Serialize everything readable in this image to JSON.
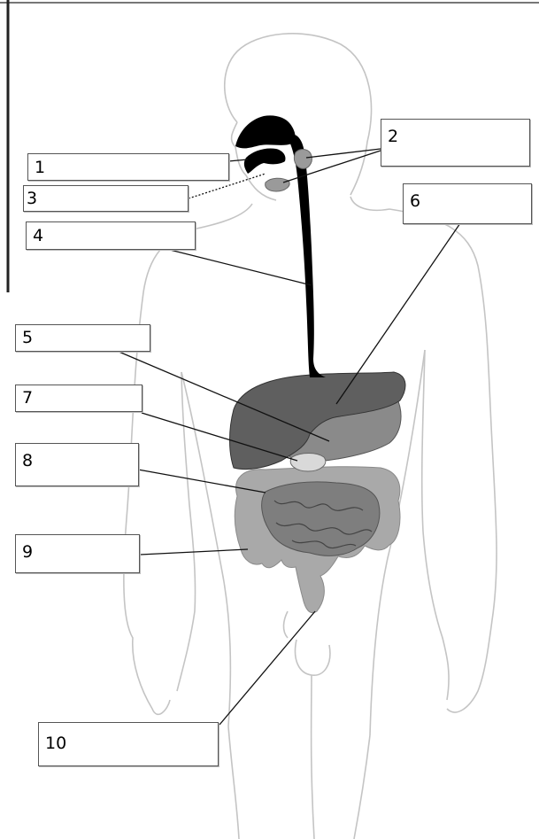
{
  "diagram": {
    "title": "",
    "labels": [
      {
        "id": "1",
        "text": "1",
        "target": "tongue"
      },
      {
        "id": "2",
        "text": "2",
        "target": "salivary glands"
      },
      {
        "id": "3",
        "text": "3",
        "target": "salivary gland"
      },
      {
        "id": "4",
        "text": "4",
        "target": "esophagus"
      },
      {
        "id": "5",
        "text": "5",
        "target": "stomach"
      },
      {
        "id": "6",
        "text": "6",
        "target": "liver"
      },
      {
        "id": "7",
        "text": "7",
        "target": "gallbladder"
      },
      {
        "id": "8",
        "text": "8",
        "target": "small intestine"
      },
      {
        "id": "9",
        "text": "9",
        "target": "large intestine"
      },
      {
        "id": "10",
        "text": "10",
        "target": "rectum / anus"
      }
    ],
    "colors": {
      "outline": "#c4c4c4",
      "esophagus": "#000000",
      "liver": "#5f5f5f",
      "stomach": "#8a8a8a",
      "intestines": "#a9a9a9",
      "small_intestine_detail": "#7e7e7e",
      "gallbladder": "#d9d9d9",
      "leader_line": "#111111"
    }
  }
}
